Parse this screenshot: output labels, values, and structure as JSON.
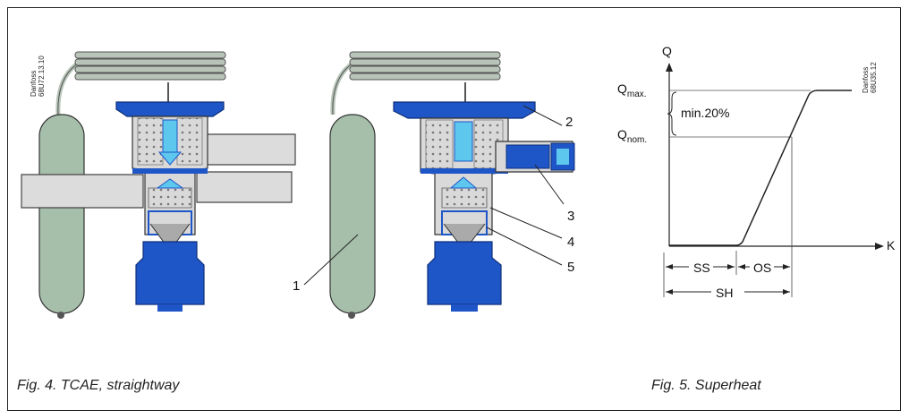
{
  "figure4": {
    "caption": "Fig. 4. TCAE, straightway",
    "stamp_left": "Danfoss\n68U72.13.10",
    "callouts": [
      "1",
      "2",
      "3",
      "4",
      "5"
    ]
  },
  "figure5": {
    "caption": "Fig. 5. Superheat",
    "stamp": "Danfoss\n68U35.12",
    "y_axis_label": "Q",
    "x_axis_label": "K",
    "qmax_main": "Q",
    "qmax_sub": "max.",
    "qnom_main": "Q",
    "qnom_sub": "nom.",
    "min_label": "min.20%",
    "ss_label": "SS",
    "os_label": "OS",
    "sh_label": "SH"
  },
  "chart_data": {
    "type": "line",
    "title": "",
    "xlabel": "K",
    "ylabel": "Q",
    "note": "qualitative capacity vs superheat curve, no numeric scale",
    "segments": [
      "SS",
      "OS"
    ],
    "total": "SH"
  },
  "colors": {
    "bulb_green": "#a6bfaa",
    "body_blue": "#1f56c7",
    "light_blue": "#5ec7ee",
    "body_grey": "#d6d6d6",
    "outline": "#333333"
  }
}
